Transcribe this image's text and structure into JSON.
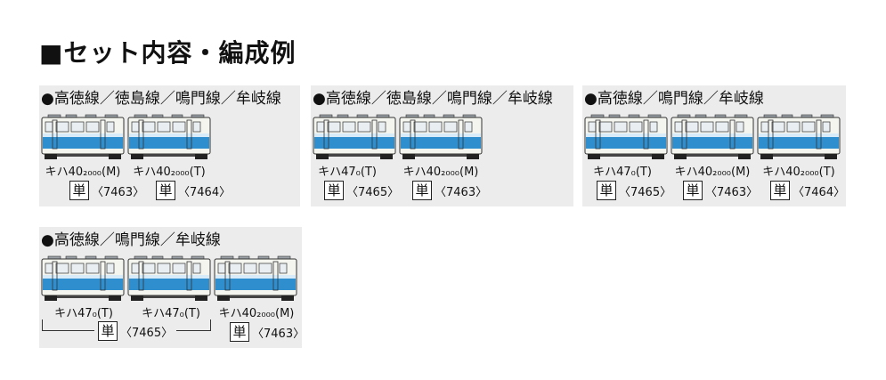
{
  "title": "■セット内容・編成例",
  "groups": [
    {
      "route": "●高徳線／徳島線／鳴門線／牟岐線",
      "cars": [
        {
          "label": "キハ40₂₀₀₀(M)",
          "tan": "単",
          "code": "〈7463〉"
        },
        {
          "label": "キハ40₂₀₀₀(T)",
          "tan": "単",
          "code": "〈7464〉"
        }
      ]
    },
    {
      "route": "●高徳線／徳島線／鳴門線／牟岐線",
      "cars": [
        {
          "label": "キハ47₀(T)",
          "tan": "単",
          "code": "〈7465〉"
        },
        {
          "label": "キハ40₂₀₀₀(M)",
          "tan": "単",
          "code": "〈7463〉"
        }
      ]
    },
    {
      "route": "●高徳線／鳴門線／牟岐線",
      "cars": [
        {
          "label": "キハ47₀(T)",
          "tan": "単",
          "code": "〈7465〉"
        },
        {
          "label": "キハ40₂₀₀₀(M)",
          "tan": "単",
          "code": "〈7463〉"
        },
        {
          "label": "キハ40₂₀₀₀(T)",
          "tan": "単",
          "code": "〈7464〉"
        }
      ]
    },
    {
      "route": "●高徳線／鳴門線／牟岐線",
      "cars": [
        {
          "label": "キハ47₀(T)"
        },
        {
          "label": "キハ47₀(T)"
        },
        {
          "label": "キハ40₂₀₀₀(M)",
          "tan": "単",
          "code": "〈7463〉"
        }
      ],
      "pair_tag": {
        "tan": "単",
        "code": "〈7465〉"
      }
    }
  ],
  "colors": {
    "body": "#f4f5ef",
    "blue": "#2f8fce",
    "light_blue": "#d7ecf8",
    "outline": "#333333",
    "panel": "#ececec"
  }
}
